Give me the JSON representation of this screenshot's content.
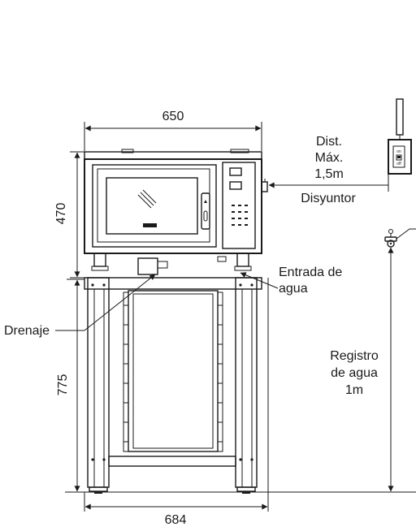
{
  "dimensions": {
    "oven_width": "650",
    "oven_height": "470",
    "stand_height": "775",
    "stand_width": "684"
  },
  "labels": {
    "dist_line1": "Dist.",
    "dist_line2": "Máx.",
    "dist_line3": "1,5m",
    "breaker": "Disyuntor",
    "water_inlet_line1": "Entrada de",
    "water_inlet_line2": "agua",
    "drain": "Drenaje",
    "water_valve_line1": "Registro",
    "water_valve_line2": "de agua",
    "water_valve_line3": "1m"
  },
  "switch": {
    "on_label": "on",
    "off_label": "off"
  }
}
